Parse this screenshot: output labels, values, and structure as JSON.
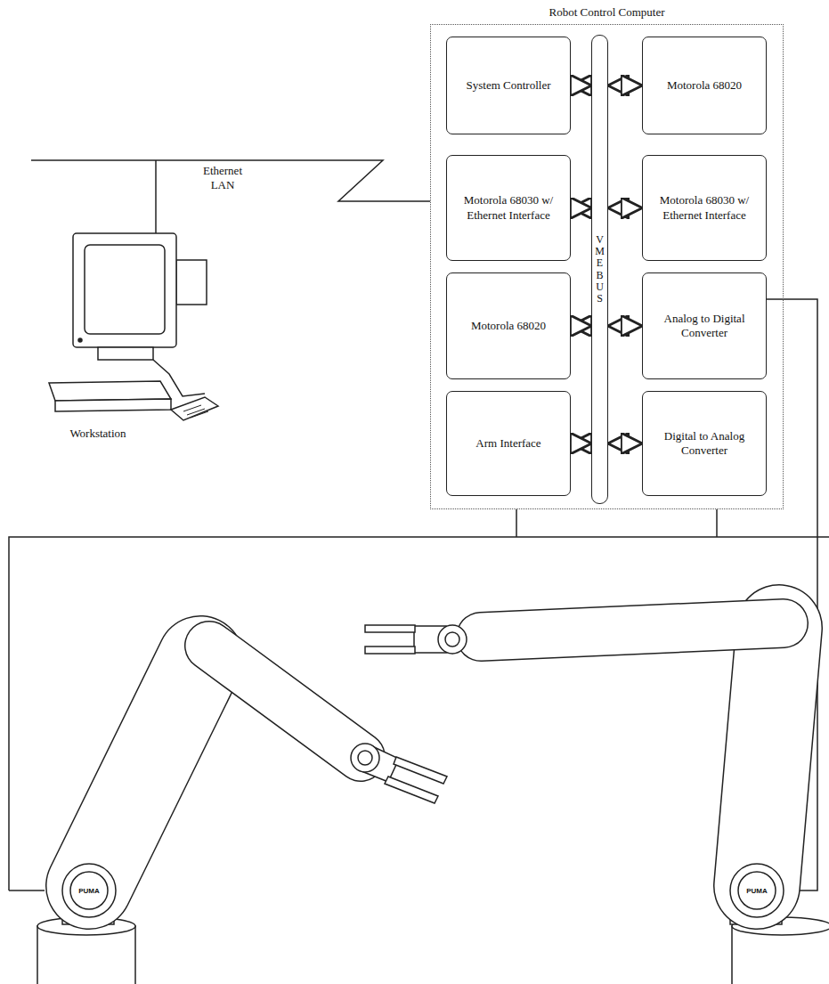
{
  "diagram": {
    "nodes": [
      {
        "text": [
          "Robot Control Computer"
        ]
      },
      {
        "text": [
          "System Controller"
        ],
        "in": 0
      },
      {
        "text": [
          "Motorola 68020"
        ],
        "in": 0
      },
      {
        "text": [
          "Motorola 68030 w/ Ethernet Interface"
        ],
        "in": 0
      },
      {
        "text": [
          "Motorola 68030 w/ Ethernet Interface"
        ],
        "in": 0
      },
      {
        "text": [
          "Motorola 68020"
        ],
        "in": 0
      },
      {
        "text": [
          "Analog to Digital Converter"
        ],
        "in": 0
      },
      {
        "text": [
          "Arm Interface"
        ],
        "in": 0
      },
      {
        "text": [
          "Digital to Analog Converter"
        ],
        "in": 0
      },
      {
        "text": [
          "VME BUS"
        ],
        "in": 0
      }
    ],
    "edges": [
      {
        "from": 1,
        "to": 9,
        "arrow": "both"
      },
      {
        "from": 9,
        "to": 2,
        "arrow": "both"
      },
      {
        "from": 3,
        "to": 9,
        "arrow": "both"
      },
      {
        "from": 9,
        "to": 4,
        "arrow": "both"
      },
      {
        "from": 5,
        "to": 9,
        "arrow": "both"
      },
      {
        "from": 9,
        "to": 6,
        "arrow": "both"
      },
      {
        "from": 7,
        "to": 9,
        "arrow": "both"
      },
      {
        "from": 9,
        "to": 8,
        "arrow": "both"
      }
    ],
    "labels": [
      "Ethernet LAN",
      "Workstation",
      "PUMA",
      "PUMA"
    ]
  }
}
